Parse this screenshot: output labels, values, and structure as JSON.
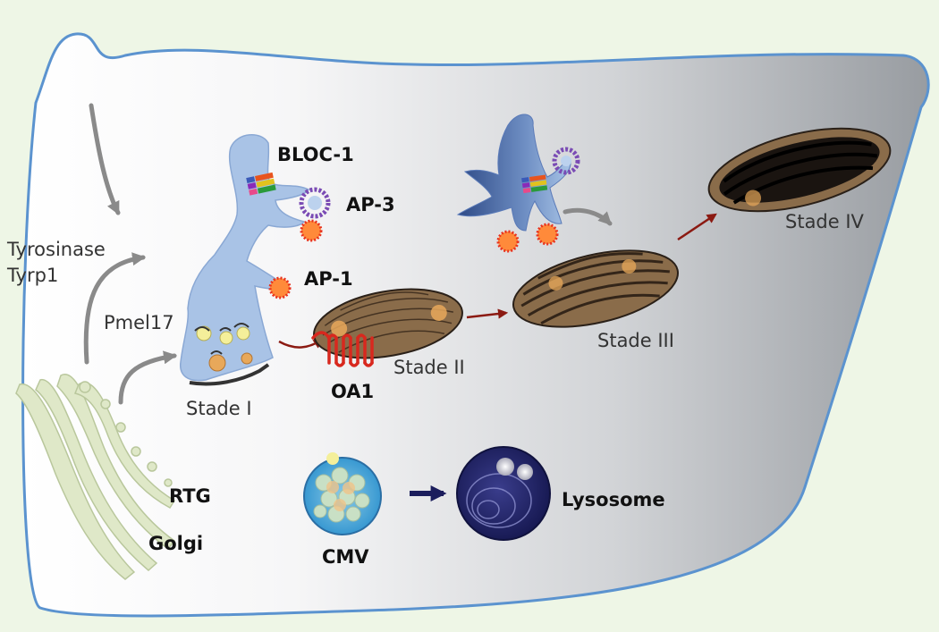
{
  "labels": {
    "bloc1": "BLOC-1",
    "ap3": "AP-3",
    "ap1": "AP-1",
    "oa1": "OA1",
    "tyrosinase": "Tyrosinase",
    "tyrp1": "Tyrp1",
    "pmel17": "Pmel17",
    "stade1": "Stade I",
    "stade2": "Stade II",
    "stade3": "Stade III",
    "stade4": "Stade IV",
    "rtg": "RTG",
    "golgi": "Golgi",
    "cmv": "CMV",
    "lysosome": "Lysosome"
  },
  "colors": {
    "background": "#eef6e6",
    "cell_membrane": "#5b93cf",
    "cytoplasm_light": "#ffffff",
    "cytoplasm_dark": "#9fa3a8",
    "endosome": "#a9c3e6",
    "melanosome": "#8a6c4a",
    "melanosome_dark": "#1a1410",
    "transport_arrow_grey": "#8a8a8a",
    "maturation_arrow_red": "#8b1a12",
    "oa1_red": "#d8281e",
    "golgi_green": "#dfe8c8",
    "cmv_blue": "#4aa6d6",
    "lysosome_navy": "#1b1d5c"
  }
}
